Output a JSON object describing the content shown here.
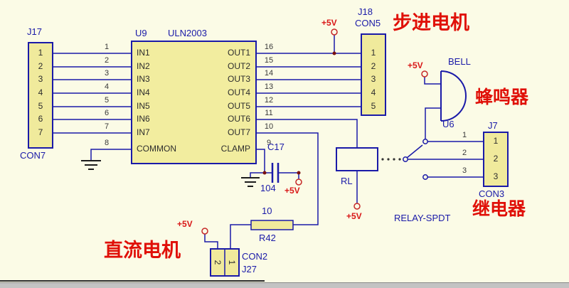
{
  "colors": {
    "background": "#fbfbe6",
    "schematic_blue": "#1a1aa8",
    "component_fill": "#f0ea9c",
    "annotation_red": "#e01008",
    "power_red": "#d91818",
    "junction_dot": "#7a1010"
  },
  "power": {
    "label": "+5V"
  },
  "j17": {
    "ref": "J17",
    "type": "CON7",
    "pins": [
      "1",
      "2",
      "3",
      "4",
      "5",
      "6",
      "7"
    ]
  },
  "u9": {
    "ref": "U9",
    "part": "ULN2003",
    "left_pins": [
      {
        "num": "1",
        "name": "IN1"
      },
      {
        "num": "2",
        "name": "IN2"
      },
      {
        "num": "3",
        "name": "IN3"
      },
      {
        "num": "4",
        "name": "IN4"
      },
      {
        "num": "5",
        "name": "IN5"
      },
      {
        "num": "6",
        "name": "IN6"
      },
      {
        "num": "7",
        "name": "IN7"
      },
      {
        "num": "8",
        "name": "COMMON"
      }
    ],
    "right_pins": [
      {
        "num": "16",
        "name": "OUT1"
      },
      {
        "num": "15",
        "name": "OUT2"
      },
      {
        "num": "14",
        "name": "OUT3"
      },
      {
        "num": "13",
        "name": "OUT4"
      },
      {
        "num": "12",
        "name": "OUT5"
      },
      {
        "num": "11",
        "name": "OUT6"
      },
      {
        "num": "10",
        "name": "OUT7"
      },
      {
        "num": "9",
        "name": "CLAMP"
      }
    ]
  },
  "j18": {
    "ref": "J18",
    "type": "CON5",
    "pins": [
      "1",
      "2",
      "3",
      "4",
      "5"
    ]
  },
  "bell": {
    "name": "BELL",
    "ref": "U6"
  },
  "relay": {
    "coil_ref": "RL",
    "part": "RELAY-SPDT",
    "wire_numbers": [
      "1",
      "2",
      "3"
    ]
  },
  "j7": {
    "ref": "J7",
    "type": "CON3",
    "pins": [
      "1",
      "2",
      "3"
    ]
  },
  "c17": {
    "ref": "C17",
    "value": "104"
  },
  "r42": {
    "ref": "R42",
    "value": "10"
  },
  "j27": {
    "ref": "J27",
    "type": "CON2",
    "pins": [
      "2",
      "1"
    ]
  },
  "annotations": {
    "stepper_motor": "步进电机",
    "buzzer": "蜂鸣器",
    "relay": "继电器",
    "dc_motor": "直流电机"
  }
}
